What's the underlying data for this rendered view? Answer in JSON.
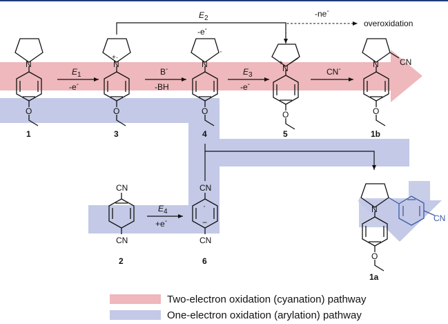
{
  "colors": {
    "top_rule": "#1f3c7a",
    "cyanation_band": "#eeb8bc",
    "arylation_band": "#c3c9e6",
    "aryl_group": "#3d5aa6",
    "ink": "#111111"
  },
  "compounds": {
    "c1": "1",
    "c3": "3",
    "c4": "4",
    "c5": "5",
    "c1b": "1b",
    "c2": "2",
    "c6": "6",
    "c1a": "1a"
  },
  "steps": {
    "e1_main": "E",
    "e1_sub": "1",
    "e1_below": "-e",
    "base_main": "B",
    "base_below": "-BH",
    "e3_main": "E",
    "e3_sub": "3",
    "e3_below": "-e",
    "cn_main": "CN",
    "e2_main": "E",
    "e2_sub": "2",
    "e2_below": "-e",
    "e4_main": "E",
    "e4_sub": "4",
    "e4_below": "+e"
  },
  "overoxidation": {
    "charge": "-ne",
    "label": "overoxidation"
  },
  "atoms": {
    "N": "N",
    "O": "O",
    "CN": "CN",
    "C_dot_N": "CN",
    "radical_cation": "+·",
    "radical": "·",
    "cation": "+",
    "minus": "−",
    "plus": "+",
    "minus_sup": "-",
    "dot": "·"
  },
  "legend": [
    {
      "label": "Two-electron oxidation (cyanation) pathway",
      "color": "#eeb8bc"
    },
    {
      "label": "One-electron oxidation (arylation) pathway",
      "color": "#c3c9e6"
    }
  ]
}
